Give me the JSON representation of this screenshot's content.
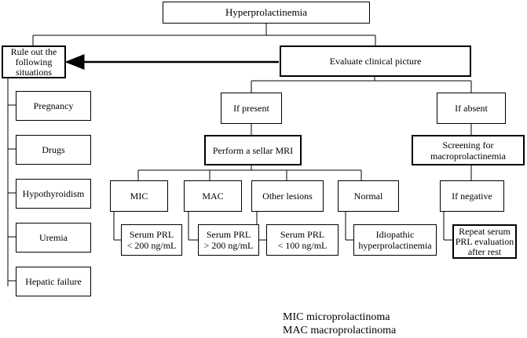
{
  "root": "Hyperprolactinemia",
  "rule_out": {
    "title": "Rule out the following situations",
    "items": [
      "Pregnancy",
      "Drugs",
      "Hypothyroidism",
      "Uremia",
      "Hepatic failure"
    ]
  },
  "evaluate": "Evaluate clinical picture",
  "present": {
    "label": "If present",
    "mri": "Perform a sellar MRI",
    "findings": [
      "MIC",
      "MAC",
      "Other lesions",
      "Normal"
    ],
    "outcomes": [
      "Serum PRL\n< 200 ng/mL",
      "Serum PRL\n> 200 ng/mL",
      "Serum PRL\n< 100 ng/mL",
      "Idiopathic\nhyperprolactinemia"
    ]
  },
  "absent": {
    "label": "If absent",
    "screening": "Screening for\nmacroprolactinemia",
    "negative": "If negative",
    "outcome": "Repeat serum\nPRL evaluation\nafter rest"
  },
  "legend": [
    "MIC microprolactinoma",
    "MAC macroprolactinoma"
  ]
}
